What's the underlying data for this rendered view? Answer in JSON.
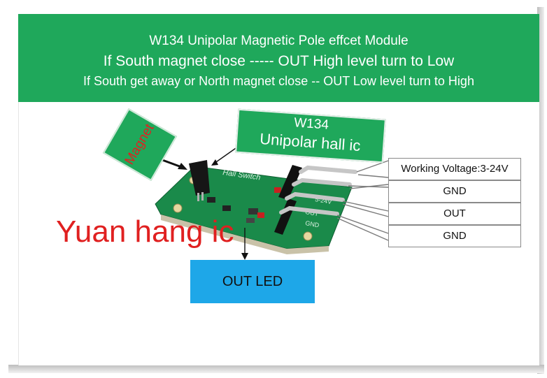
{
  "banner": {
    "line1": "W134 Unipolar   Magnetic Pole effcet Module",
    "line2": "If South magnet close -----  OUT High level turn to Low",
    "line3": "If South get away or North magnet close -- OUT Low level turn to High",
    "color": "#1fa85b"
  },
  "labels": {
    "magnet": "Magnet",
    "ic_model": "W134",
    "ic_desc": "Unipolar hall ic",
    "out_led": "OUT LED",
    "watermark": "Yuan hang ic"
  },
  "pins": [
    {
      "label": "Working Voltage:3-24V"
    },
    {
      "label": "GND"
    },
    {
      "label": "OUT"
    },
    {
      "label": "GND"
    }
  ],
  "board_silkscreen": {
    "hall_switch": "Hall Switch",
    "out": "OUT",
    "gnd": "GND",
    "vcc": "5-24V"
  },
  "colors": {
    "pcb": "#1a8a4a",
    "led_box": "#1ea7e8",
    "watermark": "#e02020"
  }
}
